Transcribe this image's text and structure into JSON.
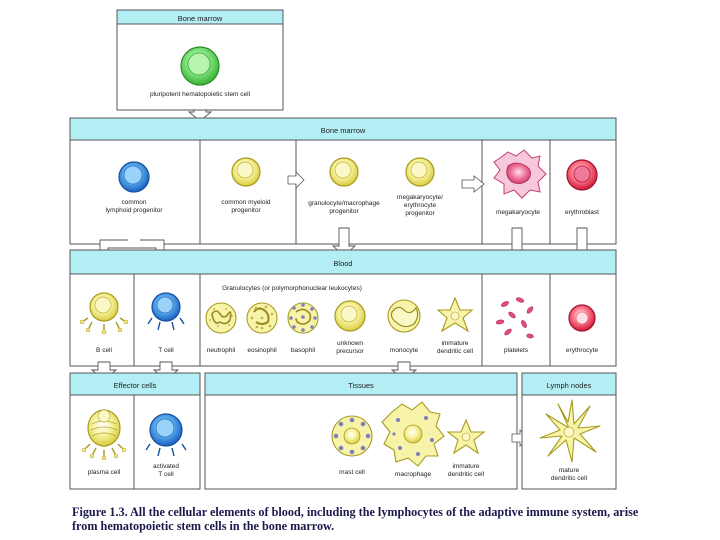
{
  "colors": {
    "header": "#b3eef5",
    "border": "#555555",
    "arrow": "#ffffff",
    "stem": "#6ee06e",
    "lymph_blue": "#3a8fe0",
    "myeloid_yellow": "#f2ee8a",
    "mega_pink": "#e0507a",
    "ery_red": "#e83050",
    "gran_spot": "#8080c0"
  },
  "panels": {
    "top_marrow": "Bone marrow",
    "marrow": "Bone marrow",
    "blood": "Blood",
    "effector": "Effector cells",
    "tissues": "Tissues",
    "lymph": "Lymph nodes"
  },
  "top": {
    "stem_label": "pluripotent hematopoietic stem cell"
  },
  "marrow": {
    "lymphoid": [
      "common",
      "lymphoid progenitor"
    ],
    "myeloid": [
      "common myeloid",
      "progenitor"
    ],
    "gm": [
      "granulocyte/macrophage",
      "progenitor"
    ],
    "mk": [
      "megakaryocyte/",
      "erythrocyte",
      "progenitor"
    ],
    "megakaryocyte": "megakaryocyte",
    "erythroblast": "erythroblast"
  },
  "blood": {
    "granulocytes_title": "Granulocytes (or polymorphonuclear leukocytes)",
    "bcell": "B cell",
    "tcell": "T cell",
    "neutrophil": "neutrophil",
    "eosinophil": "eosinophil",
    "basophil": "basophil",
    "unknown": [
      "unknown",
      "precursor"
    ],
    "monocyte": "monocyte",
    "immature_dc": [
      "immature",
      "dendritic cell"
    ],
    "platelets": "platelets",
    "erythrocyte": "erythrocyte"
  },
  "effector": {
    "plasma": "plasma cell",
    "activated_t": [
      "activated",
      "T cell"
    ]
  },
  "tissues": {
    "mast": "mast cell",
    "macrophage": "macrophage",
    "immature_dc": [
      "immature",
      "dendritic cell"
    ]
  },
  "lymph": {
    "mature_dc": [
      "mature",
      "dendritic cell"
    ]
  },
  "caption": {
    "line1": "Figure 1.3. All the cellular elements of blood, including the lymphocytes of the adaptive immune system, arise",
    "line2": "from hematopoietic stem cells in the bone marrow."
  }
}
